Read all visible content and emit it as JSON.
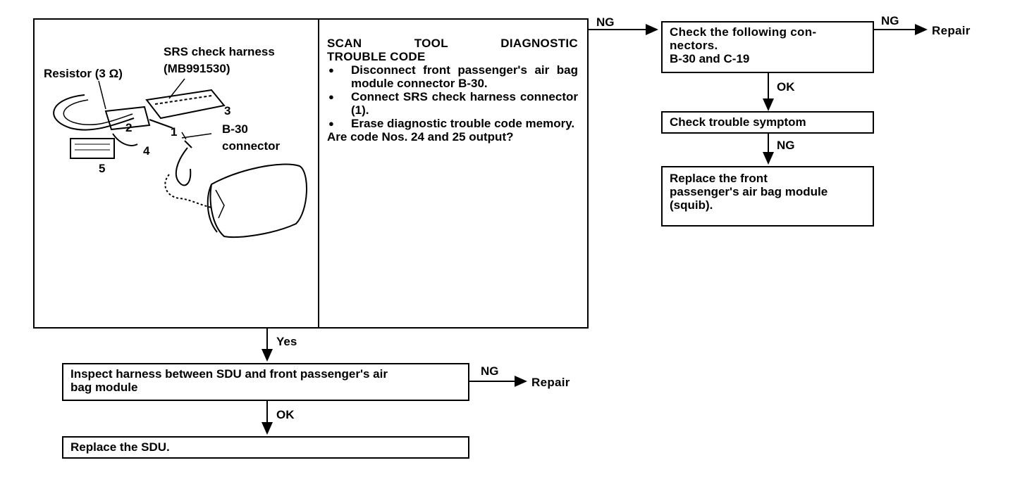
{
  "illustration": {
    "labels": {
      "harness_title": "SRS check harness",
      "harness_part": "(MB991530)",
      "resistor": "Resistor (3 Ω)",
      "connector": "B-30",
      "connector2": "connector",
      "n1": "1",
      "n2": "2",
      "n3": "3",
      "n4": "4",
      "n5": "5"
    }
  },
  "procedure": {
    "heading_words": [
      "SCAN",
      "TOOL",
      "DIAGNOSTIC"
    ],
    "heading_line2": "TROUBLE CODE",
    "steps": [
      "Disconnect front passenger's air bag module connector B-30.",
      "Connect SRS check harness connector (1).",
      "Erase diagnostic trouble code memory."
    ],
    "question": "Are code Nos. 24 and 25 output?"
  },
  "flow": {
    "ng_top": "NG",
    "check_connectors_l1": "Check the following con-",
    "check_connectors_l2": "nectors.",
    "check_connectors_l3": "B-30 and C-19",
    "ng_repair_top": "NG",
    "repair_top": "Repair",
    "ok_1": "OK",
    "check_symptom": "Check trouble symptom",
    "ng_2": "NG",
    "replace_squib_l1": "Replace the front",
    "replace_squib_l2": "passenger's air bag module",
    "replace_squib_l3": "(squib).",
    "yes": "Yes",
    "inspect_l1": "Inspect harness between SDU and front passenger's air",
    "inspect_l2": "bag module",
    "ng_3": "NG",
    "repair_mid": "Repair",
    "ok_2": "OK",
    "replace_sdu": "Replace the SDU."
  }
}
